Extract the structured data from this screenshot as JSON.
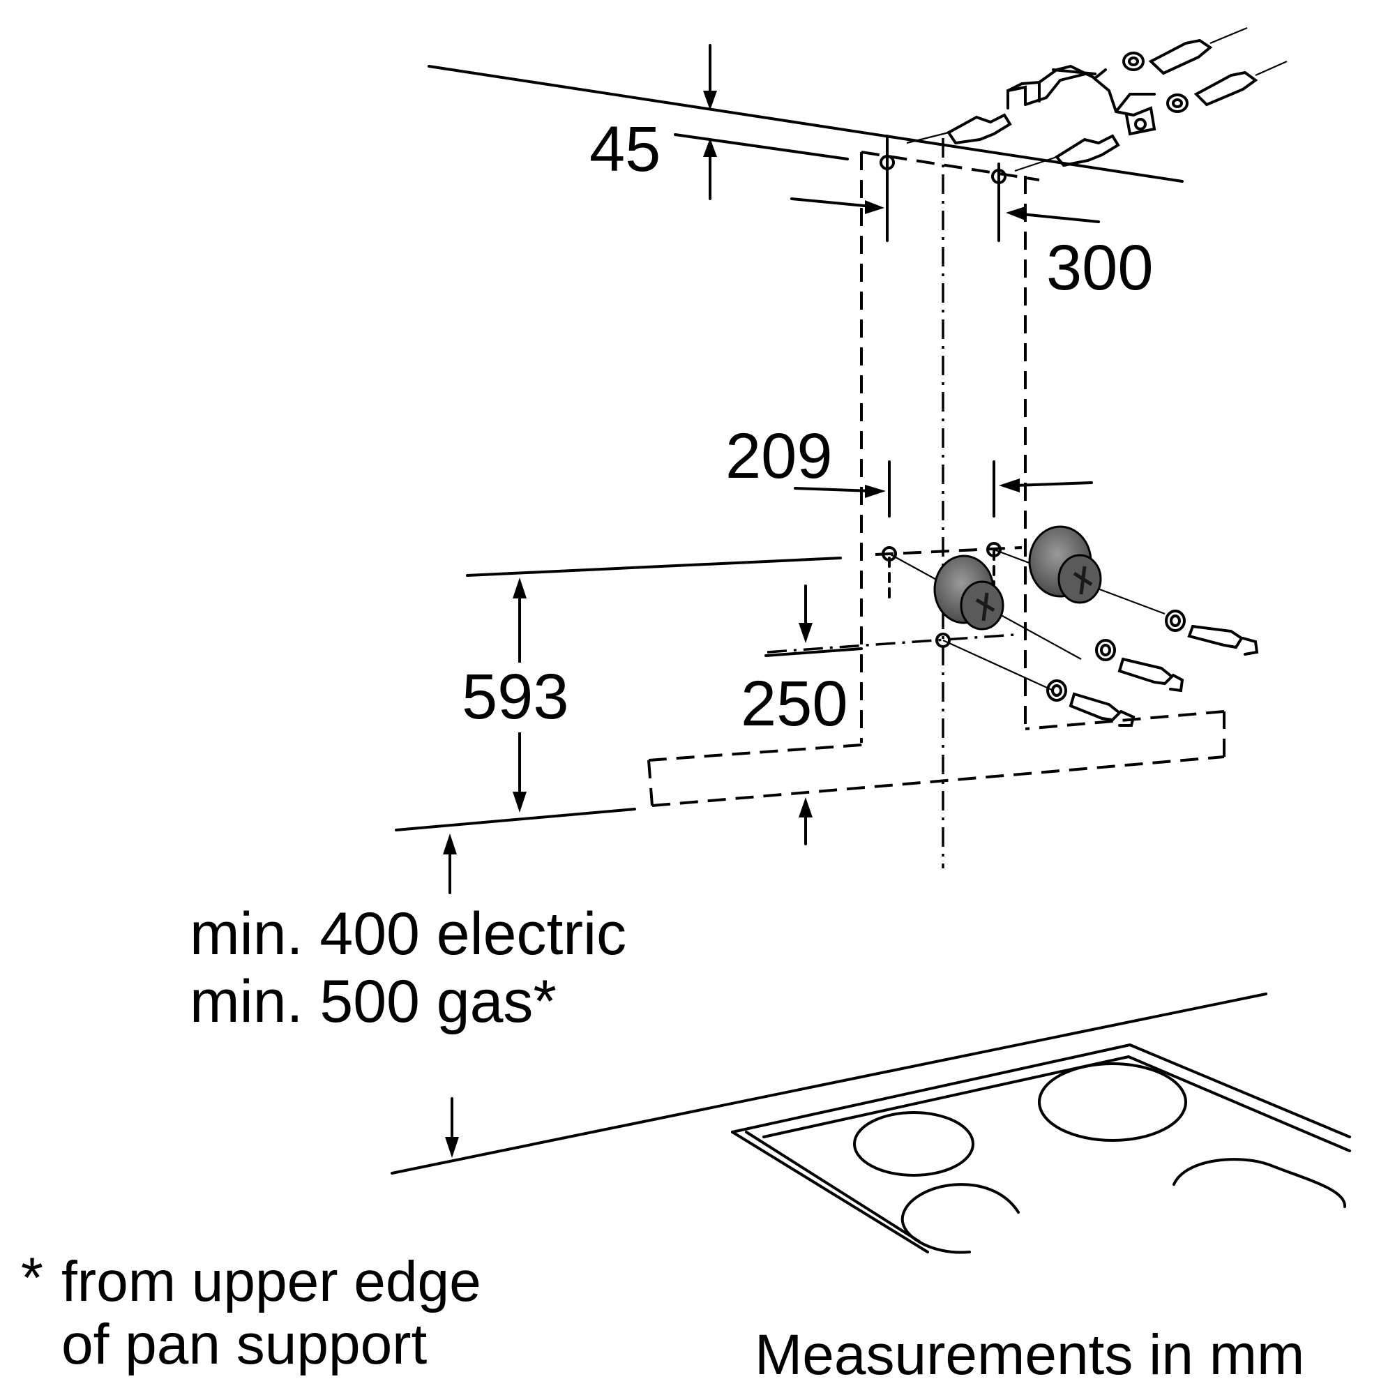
{
  "labels": {
    "dim_45": "45",
    "dim_300": "300",
    "dim_209": "209",
    "dim_593": "593",
    "dim_250": "250",
    "min_electric": "min. 400 electric",
    "min_gas": "min. 500 gas*",
    "footnote_star": "*",
    "footnote_line1": "from upper edge",
    "footnote_line2": "of pan support",
    "units_note": "Measurements in mm"
  },
  "colors": {
    "stroke": "#000000",
    "plug_fill": "#6e6e6e",
    "plug_dark": "#3a3a3a",
    "background": "#ffffff"
  },
  "icons": [
    "wall-plug-icon",
    "screw-icon",
    "washer-icon",
    "mounting-bracket-icon",
    "hob-icon"
  ]
}
